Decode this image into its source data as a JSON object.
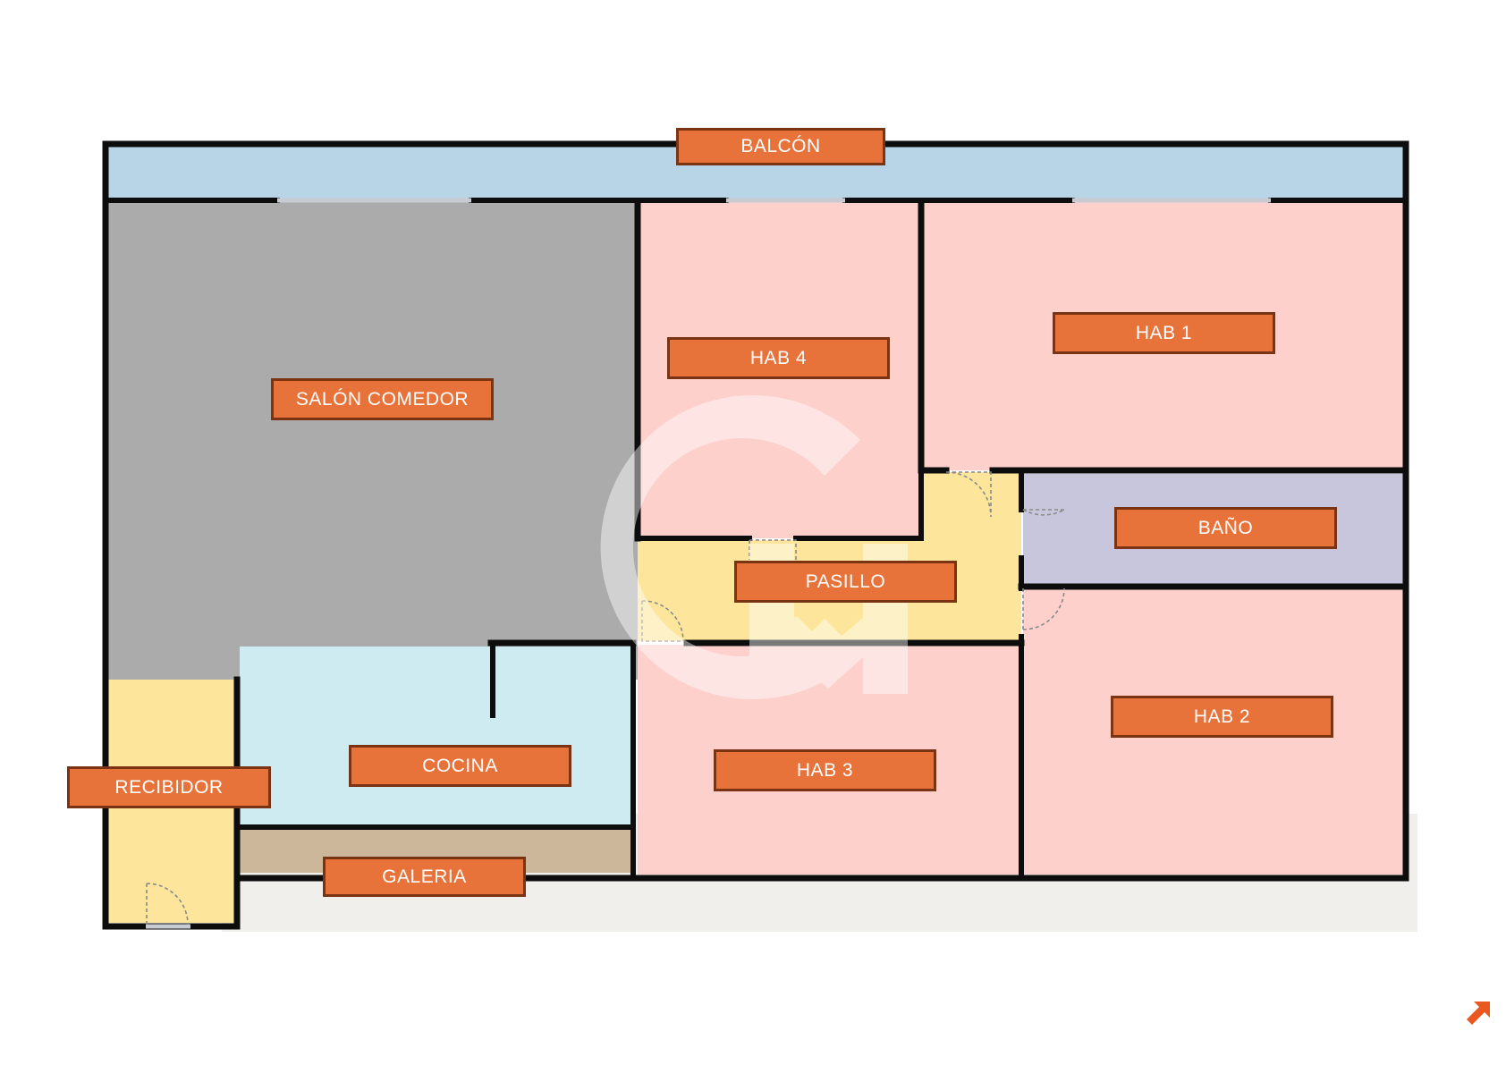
{
  "rooms": {
    "balcon": "BALCÓN",
    "salon_comedor": "SALÓN COMEDOR",
    "hab4": "HAB 4",
    "hab1": "HAB 1",
    "bano": "BAÑO",
    "pasillo": "PASILLO",
    "cocina": "COCINA",
    "recibidor": "RECIBIDOR",
    "hab3": "HAB 3",
    "hab2": "HAB 2",
    "galeria": "GALERIA"
  },
  "colors": {
    "label_fill": "#e8733a",
    "label_border": "#7a3413",
    "wall": "#0d0d0d",
    "balcony": "#b7d5e7",
    "living": "#ababab",
    "bedroom": "#fdd0cc",
    "corridor": "#fde69b",
    "bathroom": "#c7c6dd",
    "kitchen": "#cdebf0",
    "gallery": "#cdb79b",
    "terrace": "#f1efec",
    "watermark": "#ffffff"
  },
  "icons": {
    "watermark": "cm-monogram-watermark",
    "corner": "arrow-up-right-icon"
  }
}
